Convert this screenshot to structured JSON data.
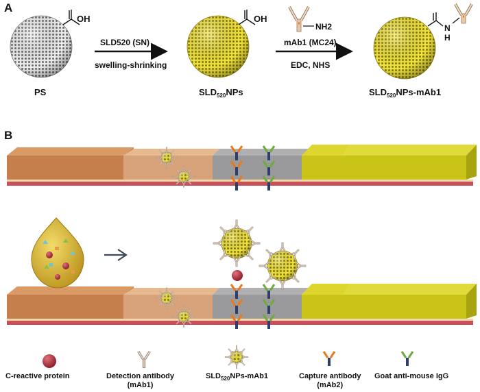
{
  "panels": {
    "a": "A",
    "b": "B"
  },
  "scheme": {
    "ps_label": "PS",
    "carboxyl_label": "OH",
    "step1_top": "SLD520 (SN)",
    "step1_bottom": "swelling-shrinking",
    "np_label_main": "SLD",
    "np_label_sub": "520",
    "np_label_end": "NPs",
    "amine_label": "NH2",
    "step2_top": "mAb1 (MC24)",
    "step2_bottom": "EDC, NHS",
    "conj_label_end": "NPs-mAb1",
    "amide_nh": "H",
    "amide_n": "N"
  },
  "legend": {
    "crp": "C-reactive protein",
    "detection_line1": "Detection antibody",
    "detection_line2": "(mAb1)",
    "conjugate_main": "SLD",
    "conjugate_sub": "520",
    "conjugate_end": "NPs-mAb1",
    "capture_line1": "Capture antibody",
    "capture_line2": "(mAb2)",
    "goat": "Goat anti-mouse IgG"
  },
  "colors": {
    "sample_pad": "#c47f4c",
    "conjugate_pad": "#d8a27a",
    "membrane": "#9a9a9c",
    "absorbent_pad": "#c9c417",
    "backing": "#c8505a",
    "nanoparticle": "#e2d21e",
    "crp": "#b8303e",
    "capture_antibody": "#e87a1e",
    "goat_igg": "#6cab3e",
    "arrow_gray": "#3b4a5a"
  }
}
